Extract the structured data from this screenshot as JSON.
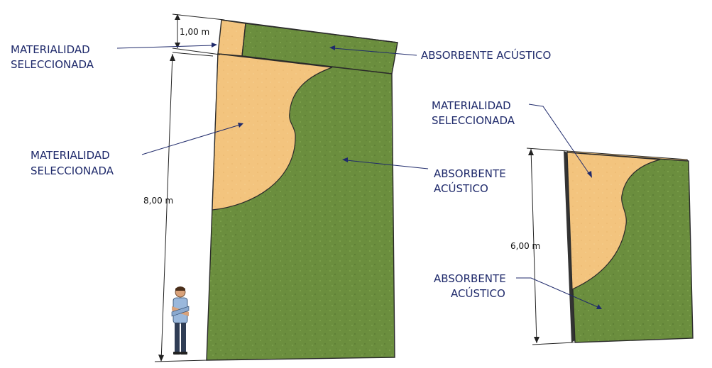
{
  "colors": {
    "absorbent": "#6b8e3e",
    "material": "#f3c47e",
    "label_text": "#1f2a6b",
    "background": "#ffffff"
  },
  "left_panel": {
    "top_dimension": "1,00 m",
    "main_dimension": "8,00 m",
    "label_material_top": [
      "MATERIALIDAD",
      "SELECCIONADA"
    ],
    "label_absorbent_top": "ABSORBENTE ACÚSTICO",
    "label_material_main": [
      "MATERIALIDAD",
      "SELECCIONADA"
    ],
    "label_absorbent_main": [
      "ABSORBENTE",
      "ACÚSTICO"
    ]
  },
  "right_panel": {
    "dimension": "6,00 m",
    "label_material": [
      "MATERIALIDAD",
      "SELECCIONADA"
    ],
    "label_absorbent": [
      "ABSORBENTE",
      "ACÚSTICO"
    ]
  },
  "figure_icon": "person-scale-figure-icon"
}
